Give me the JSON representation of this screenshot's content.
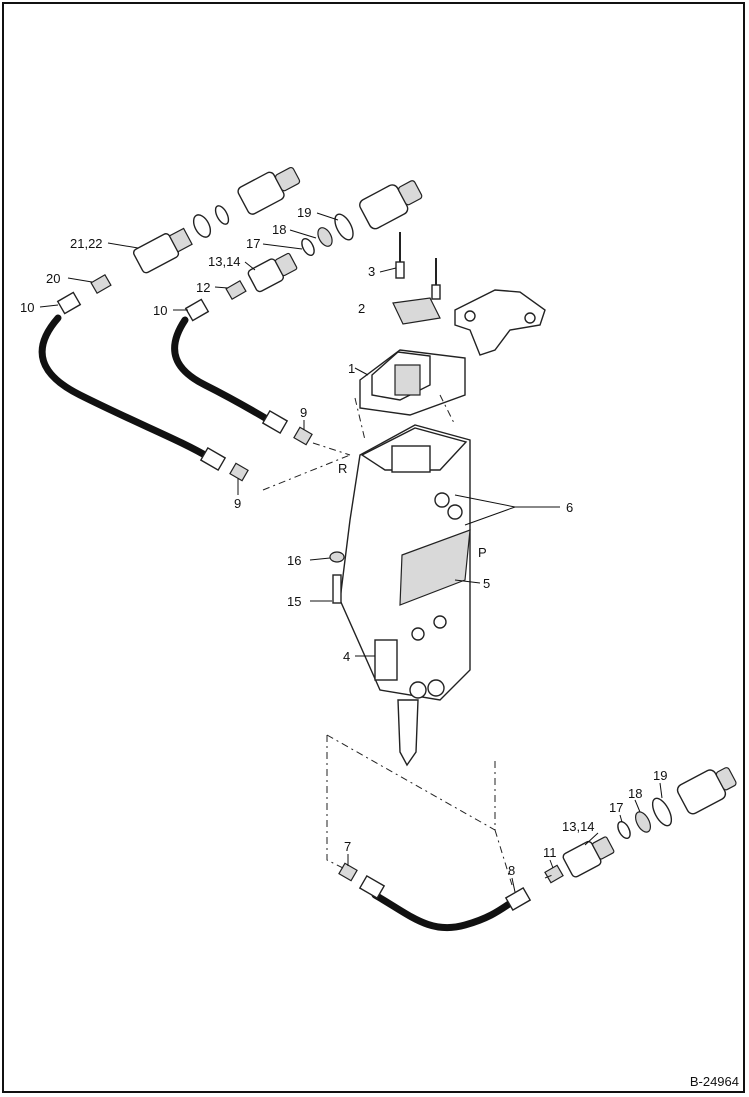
{
  "drawing": {
    "reference": "B-24964",
    "port_labels": {
      "return": "R",
      "pressure": "P"
    },
    "parts": [
      {
        "key": "p1",
        "label": "1"
      },
      {
        "key": "p2",
        "label": "2"
      },
      {
        "key": "p3",
        "label": "3"
      },
      {
        "key": "p4",
        "label": "4"
      },
      {
        "key": "p5",
        "label": "5"
      },
      {
        "key": "p6",
        "label": "6"
      },
      {
        "key": "p7",
        "label": "7"
      },
      {
        "key": "p8",
        "label": "8"
      },
      {
        "key": "p9a",
        "label": "9"
      },
      {
        "key": "p9b",
        "label": "9"
      },
      {
        "key": "p10a",
        "label": "10"
      },
      {
        "key": "p10b",
        "label": "10"
      },
      {
        "key": "p11",
        "label": "11"
      },
      {
        "key": "p12",
        "label": "12"
      },
      {
        "key": "p1314a",
        "label": "13,14"
      },
      {
        "key": "p1314b",
        "label": "13,14"
      },
      {
        "key": "p15",
        "label": "15"
      },
      {
        "key": "p16",
        "label": "16"
      },
      {
        "key": "p17a",
        "label": "17"
      },
      {
        "key": "p17b",
        "label": "17"
      },
      {
        "key": "p18a",
        "label": "18"
      },
      {
        "key": "p18b",
        "label": "18"
      },
      {
        "key": "p19a",
        "label": "19"
      },
      {
        "key": "p19b",
        "label": "19"
      },
      {
        "key": "p20",
        "label": "20"
      },
      {
        "key": "p2122",
        "label": "21,22"
      }
    ]
  }
}
